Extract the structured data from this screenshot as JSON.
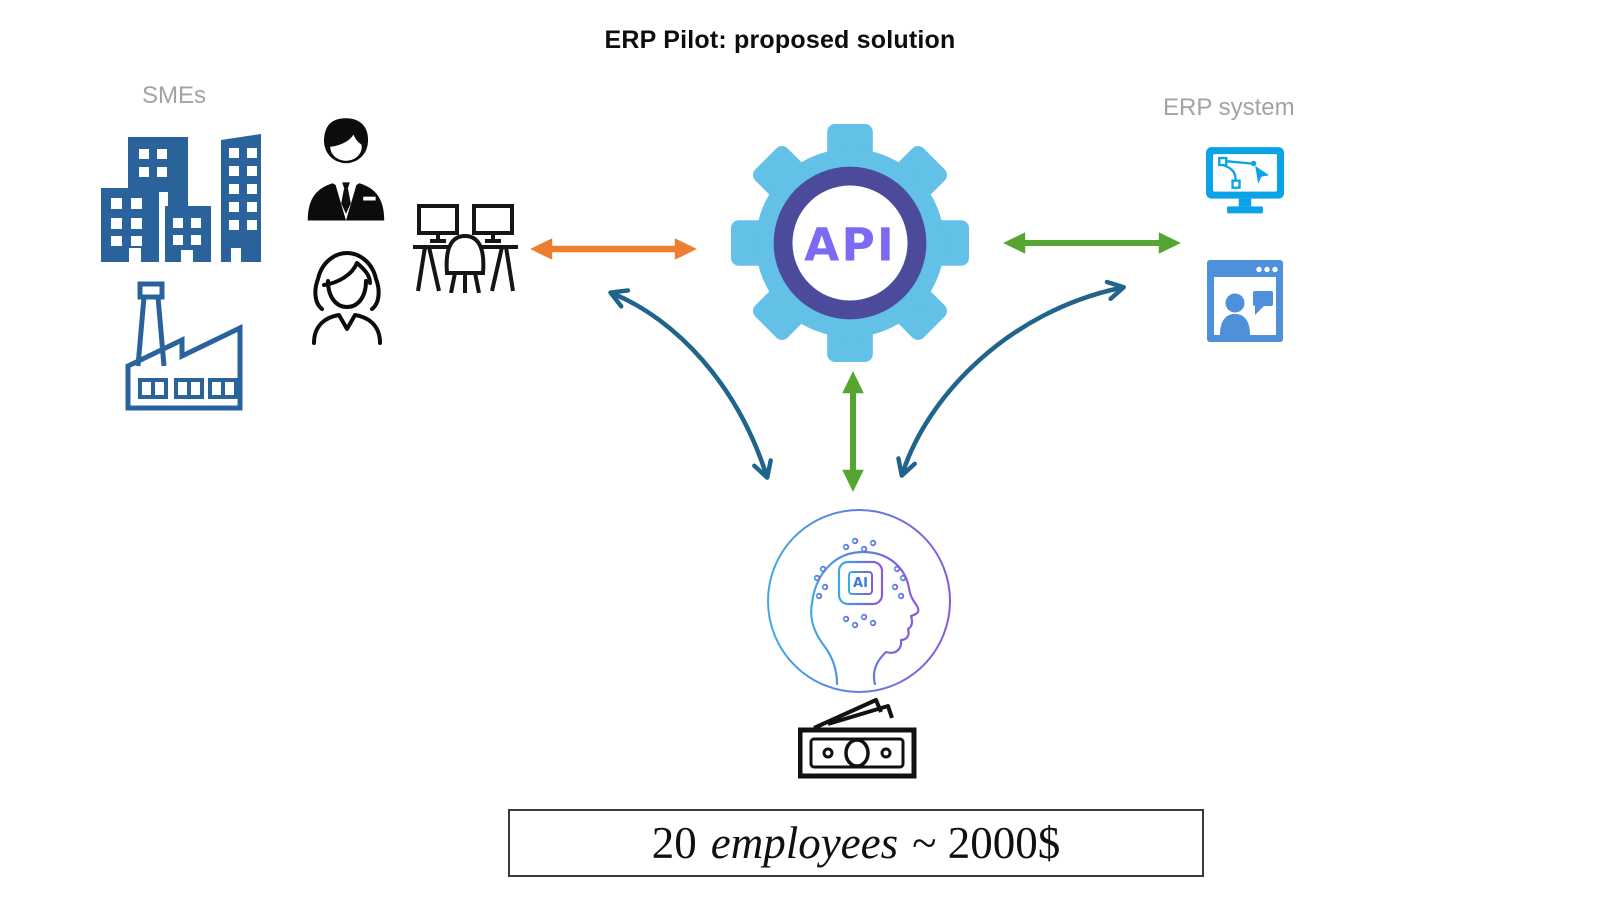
{
  "title": "ERP Pilot: proposed solution",
  "groups": {
    "smes": {
      "label": "SMEs",
      "icons": [
        "office-buildings-icon",
        "factory-icon",
        "businessman-icon",
        "businesswoman-icon",
        "workstation-icon"
      ]
    },
    "erp": {
      "label": "ERP system",
      "icons": [
        "design-monitor-icon",
        "video-call-window-icon"
      ]
    }
  },
  "hub": {
    "label": "API",
    "icon": "gear-icon"
  },
  "ai_node": {
    "chip_label": "AI",
    "icon": "ai-head-icon"
  },
  "money_node": {
    "icon": "money-banknote-icon"
  },
  "caption": {
    "count": "20",
    "unit": "employees",
    "approx": "~ 2000$"
  },
  "connections": [
    {
      "from": "workstation",
      "to": "api-hub",
      "style": "double-arrow",
      "color": "orange"
    },
    {
      "from": "api-hub",
      "to": "erp-system",
      "style": "double-arrow",
      "color": "green"
    },
    {
      "from": "api-hub",
      "to": "ai-engine",
      "style": "double-arrow",
      "color": "green"
    },
    {
      "from": "workstation",
      "to": "ai-engine",
      "style": "curved-double-arrow",
      "color": "teal"
    },
    {
      "from": "ai-engine",
      "to": "erp-system",
      "style": "curved-double-arrow",
      "color": "teal"
    }
  ],
  "colors": {
    "building_blue": "#2a639c",
    "gear_blue": "#63c1e8",
    "gear_ring_purple": "#4c4b9b",
    "api_purple": "#7c6bf2",
    "monitor_cyan": "#0aa3e8",
    "window_blue": "#4e90d9",
    "arrow_orange": "#ed7d31",
    "arrow_green": "#55a630",
    "arrow_teal": "#1f648a",
    "ai_gradient_start": "#3fa9e6",
    "ai_gradient_end": "#8a5ad8",
    "label_gray": "#a3a3a3"
  }
}
